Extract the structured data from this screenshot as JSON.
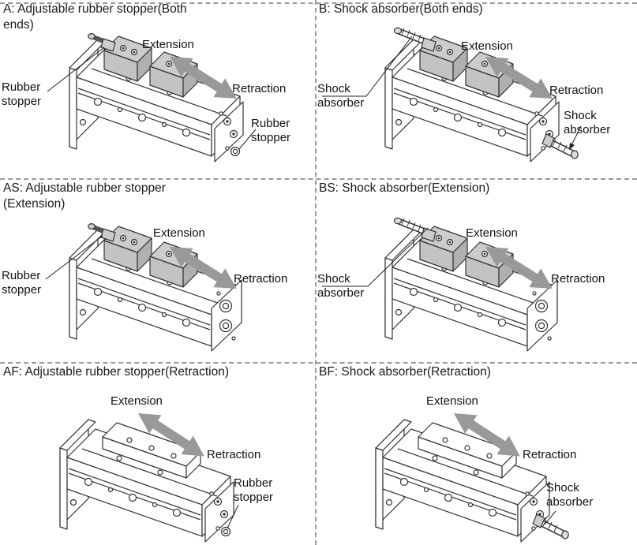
{
  "labels": {
    "extension": "Extension",
    "retraction": "Retraction"
  },
  "panels": [
    {
      "id": "A",
      "title": "A: Adjustable rubber stopper(Both\nends)",
      "callouts": [
        "Rubber stopper",
        "Rubber stopper"
      ]
    },
    {
      "id": "B",
      "title": "B: Shock absorber(Both ends)",
      "callouts": [
        "Shock absorber",
        "Shock absorber"
      ]
    },
    {
      "id": "AS",
      "title": "AS: Adjustable rubber stopper\n(Extension)",
      "callouts": [
        "Rubber stopper"
      ]
    },
    {
      "id": "BS",
      "title": "BS: Shock absorber(Extension)",
      "callouts": [
        "Shock absorber"
      ]
    },
    {
      "id": "AF",
      "title": "AF: Adjustable rubber stopper(Retraction)",
      "callouts": [
        "Rubber stopper"
      ]
    },
    {
      "id": "BF",
      "title": "BF: Shock absorber(Retraction)",
      "callouts": [
        "Shock absorber"
      ]
    }
  ],
  "colors": {
    "arrow": "#999999",
    "block_fill": "#cccccc",
    "line_art": "#333333",
    "divider": "#9a9a9a"
  }
}
